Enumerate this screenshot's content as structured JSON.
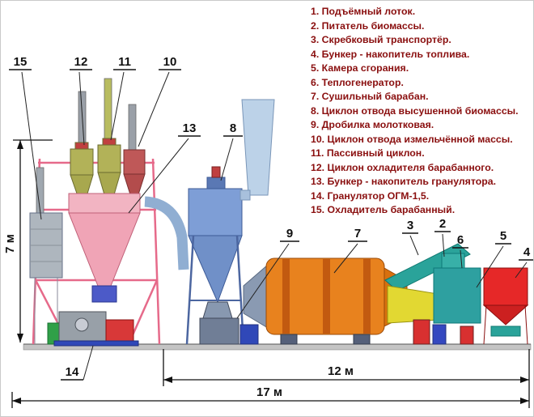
{
  "legend": {
    "items": [
      "1. Подъёмный лоток.",
      "2. Питатель биомассы.",
      "3. Скребковый транспортёр.",
      "4. Бункер - накопитель топлива.",
      "5. Камера сгорания.",
      "6. Теплогенератор.",
      "7. Сушильный барабан.",
      "8. Циклон отвода высушенной биомассы.",
      "9. Дробилка молотковая.",
      "10. Циклон отвода измельчённой массы.",
      "11. Пассивный циклон.",
      "12. Циклон охладителя барабанного.",
      "13. Бункер - накопитель гранулятора.",
      "14. Гранулятор ОГМ-1,5.",
      "15. Охладитель барабанный."
    ]
  },
  "dimensions": {
    "height": "7 м",
    "span_right": "12 м",
    "span_total": "17 м"
  },
  "callouts": {
    "c15": "15",
    "c12": "12",
    "c11": "11",
    "c10": "10",
    "c13": "13",
    "c8": "8",
    "c9": "9",
    "c7": "7",
    "c3": "3",
    "c2": "2",
    "c6": "6",
    "c5": "5",
    "c4": "4",
    "c14": "14"
  },
  "colors": {
    "legend_text": "#8a0f0f",
    "drum": "#e8821e",
    "heat_generator": "#2ea0a0",
    "fuel_hopper": "#e62828",
    "cyclone": "#7e9ed6",
    "hopper": "#f0a4b6"
  }
}
